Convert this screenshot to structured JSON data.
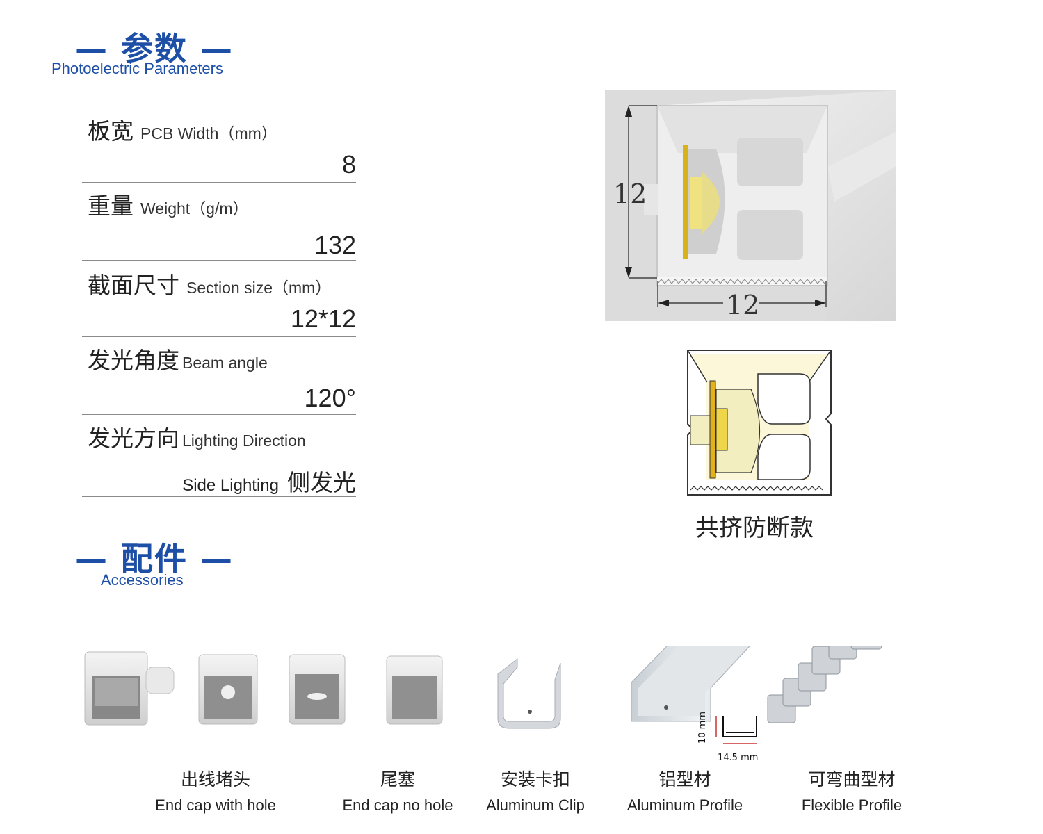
{
  "section1": {
    "title": "— 参数 —",
    "subtitle": "Photoelectric Parameters"
  },
  "params": [
    {
      "zh": "板宽",
      "en": "PCB Width（mm）",
      "value": "8"
    },
    {
      "zh": "重量",
      "en": "Weight（g/m）",
      "value": "132"
    },
    {
      "zh": "截面尺寸",
      "en": "Section size（mm）",
      "value": "12*12"
    },
    {
      "zh": "发光角度",
      "en": "Beam angle",
      "value": "120°"
    },
    {
      "zh": "发光方向",
      "en": "Lighting Direction",
      "value_en": "Side Lighting",
      "value_zh": "侧发光"
    }
  ],
  "diagram": {
    "height_label": "12",
    "width_label": "12"
  },
  "caption": "共挤防断款",
  "section2": {
    "title": "— 配件 —",
    "subtitle": "Accessories"
  },
  "profile_dims": {
    "height": "10 mm",
    "width": "14.5 mm"
  },
  "accessories": [
    {
      "zh": "出线堵头",
      "en": "End cap with hole"
    },
    {
      "zh": "尾塞",
      "en": "End cap no hole"
    },
    {
      "zh": "安装卡扣",
      "en": "Aluminum Clip"
    },
    {
      "zh": "铝型材",
      "en": "Aluminum Profile"
    },
    {
      "zh": "可弯曲型材",
      "en": "Flexible Profile"
    }
  ]
}
